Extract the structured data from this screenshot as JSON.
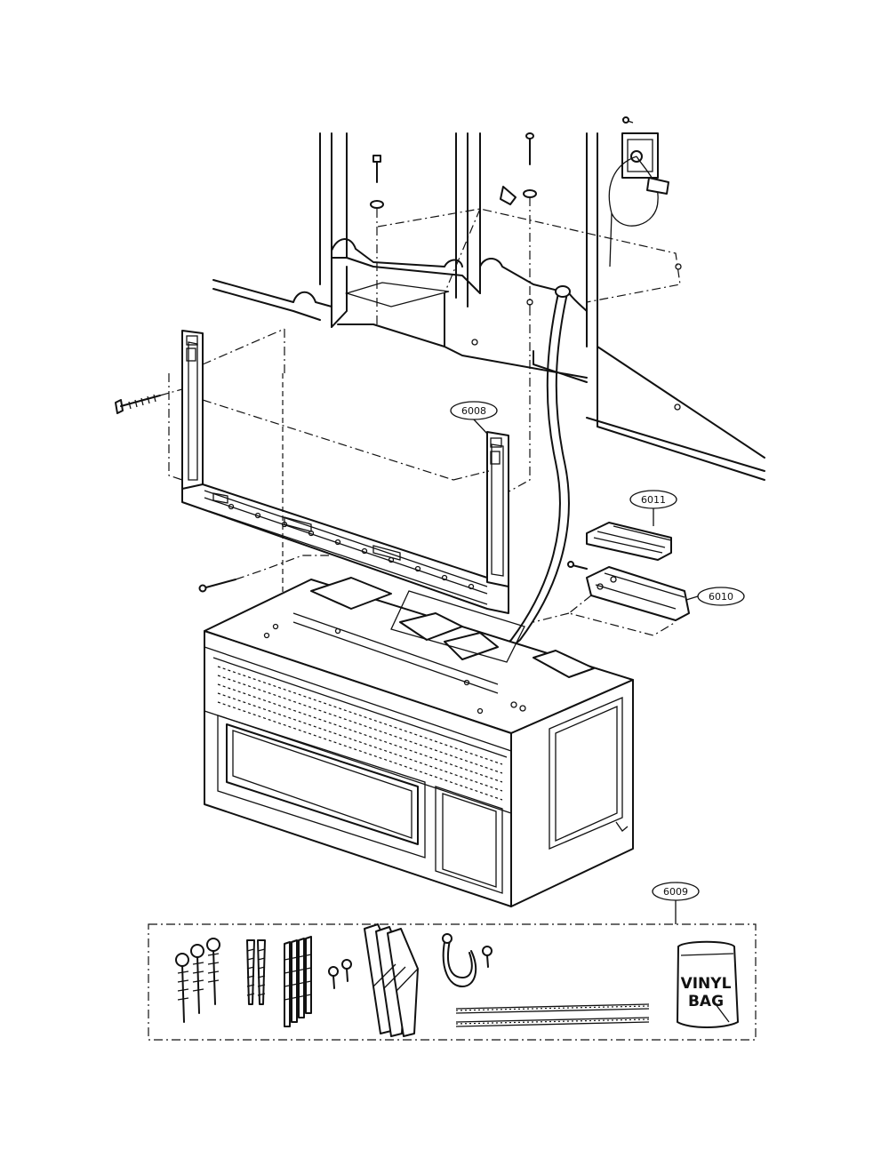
{
  "callouts": {
    "mounting_plate": "6008",
    "hardware_bag": "6009",
    "bracket_base": "6010",
    "bracket_top": "6011"
  },
  "bag": {
    "line1": "VINYL",
    "line2": "BAG"
  }
}
